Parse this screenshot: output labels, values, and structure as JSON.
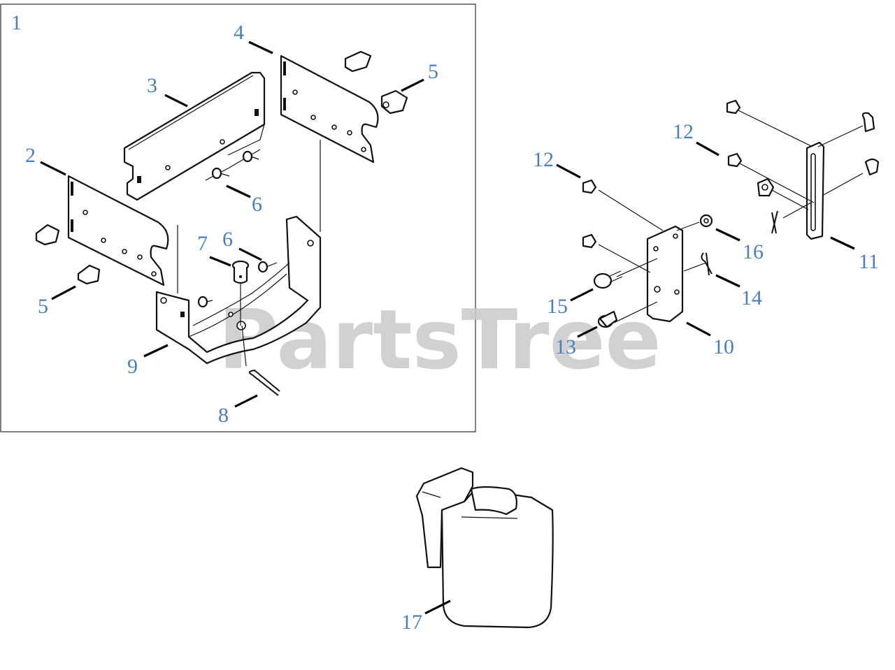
{
  "diagram": {
    "watermark": "PartsTree",
    "assembly_number": "1",
    "callouts": [
      "2",
      "3",
      "4",
      "5",
      "5",
      "6",
      "6",
      "7",
      "8",
      "9",
      "10",
      "11",
      "12",
      "12",
      "13",
      "14",
      "15",
      "16",
      "17"
    ],
    "colors": {
      "callout": "#4a7fbf",
      "line": "#111111",
      "watermark": "#c9c9c9",
      "frame": "#555555"
    }
  }
}
